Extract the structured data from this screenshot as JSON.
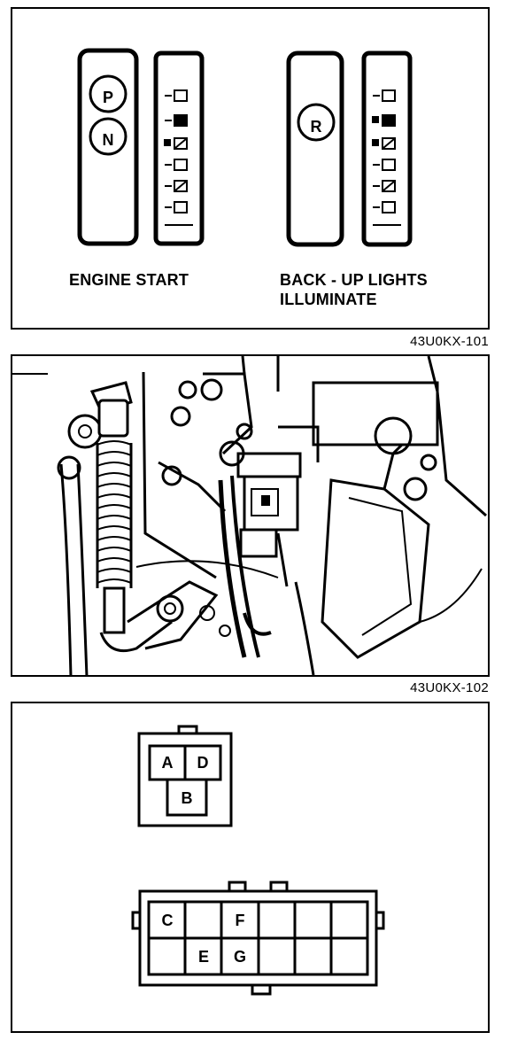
{
  "figure1": {
    "gear_letters": [
      "P",
      "N",
      "R"
    ],
    "caption_engine_start": "ENGINE START",
    "caption_backup_line1": "BACK - UP LIGHTS",
    "caption_backup_line2": "ILLUMINATE",
    "ref": "43U0KX-101"
  },
  "figure2": {
    "ref": "43U0KX-102"
  },
  "figure3": {
    "small_connector_pins": [
      "A",
      "D",
      "B"
    ],
    "large_connector_pins": [
      "C",
      "F",
      "E",
      "G"
    ]
  }
}
